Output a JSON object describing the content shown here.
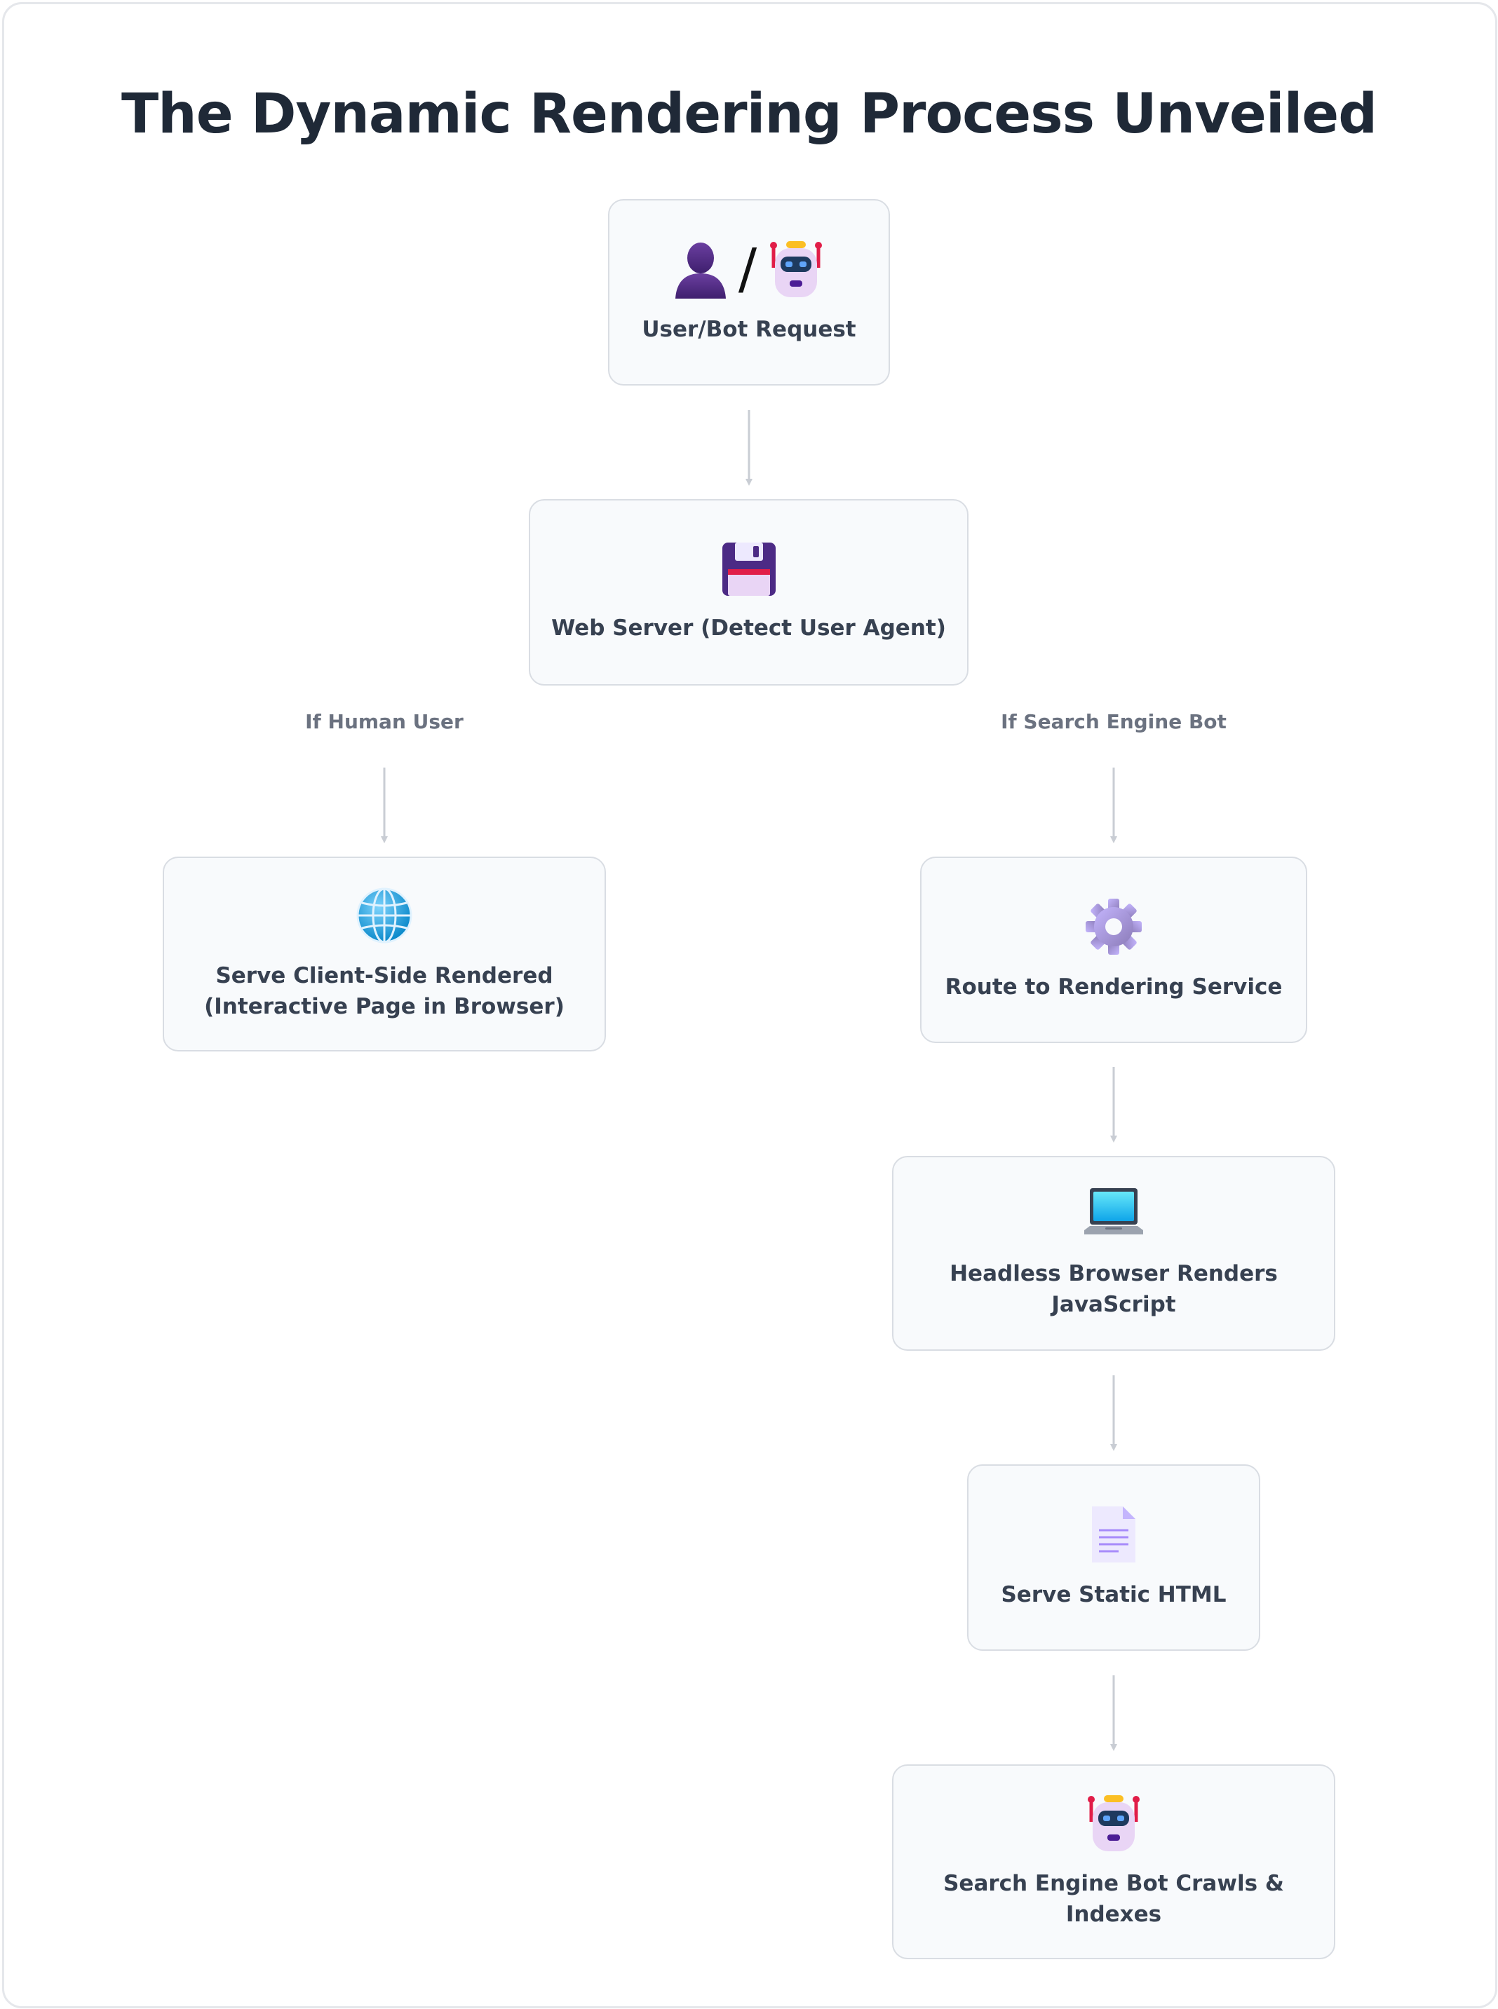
{
  "title": "The Dynamic Rendering Process Unveiled",
  "nodes": {
    "request": {
      "label": "User/Bot Request",
      "icons": [
        "person-icon",
        "robot-icon"
      ],
      "separator": "/"
    },
    "server": {
      "label": "Web Server (Detect User Agent)",
      "icons": [
        "floppy-disk-icon"
      ]
    },
    "client": {
      "label": "Serve Client-Side Rendered\n(Interactive Page in Browser)",
      "icons": [
        "globe-icon"
      ]
    },
    "route": {
      "label": "Route to Rendering Service",
      "icons": [
        "gear-icon"
      ]
    },
    "headless": {
      "label": "Headless Browser Renders\nJavaScript",
      "icons": [
        "laptop-icon"
      ]
    },
    "static": {
      "label": "Serve Static HTML",
      "icons": [
        "document-icon"
      ]
    },
    "crawl": {
      "label": "Search Engine Bot Crawls &\nIndexes",
      "icons": [
        "robot-icon"
      ]
    }
  },
  "branches": {
    "human": "If Human User",
    "bot": "If Search Engine Bot"
  },
  "colors": {
    "node_fill": "#f8fafc",
    "node_border": "#d9dde3",
    "arrow": "#c9cdd4",
    "title": "#1f2937",
    "label": "#374151",
    "branch_label": "#6b7280"
  }
}
